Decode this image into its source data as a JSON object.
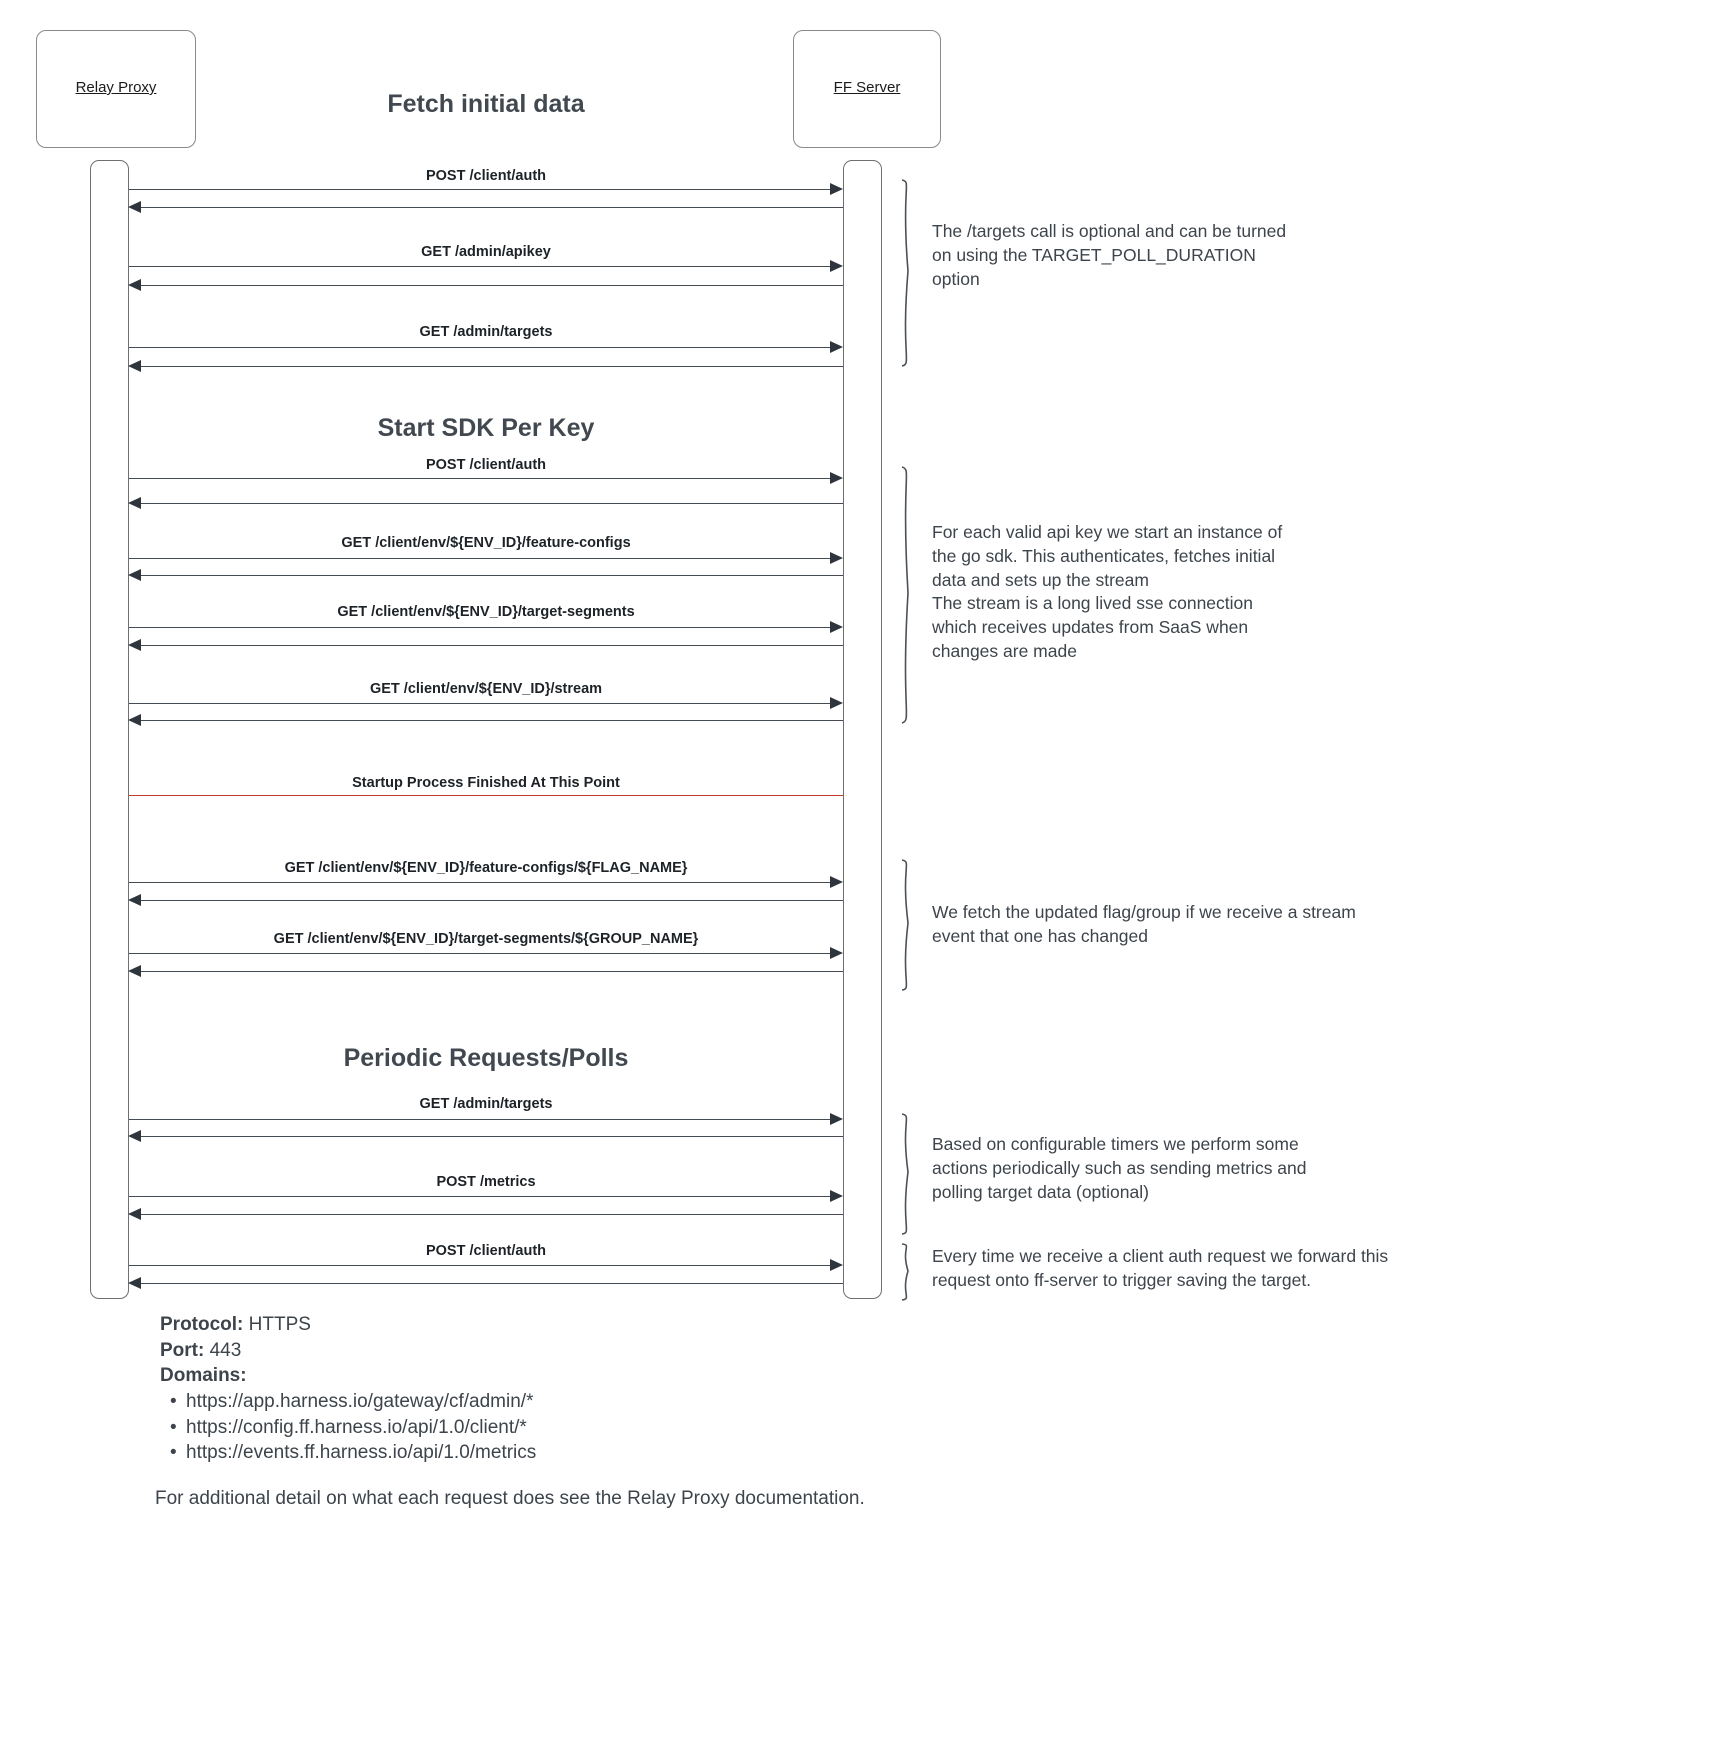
{
  "diagram": {
    "actors": [
      {
        "name": "relay-proxy",
        "label": "Relay Proxy"
      },
      {
        "name": "ff-server",
        "label": "FF Server"
      }
    ],
    "sections": [
      {
        "name": "fetch-initial-data",
        "title": "Fetch initial data"
      },
      {
        "name": "start-sdk-per-key",
        "title": "Start SDK Per Key"
      },
      {
        "name": "periodic-requests",
        "title": "Periodic Requests/Polls"
      }
    ],
    "messages": [
      {
        "id": "m1",
        "label": "POST /client/auth"
      },
      {
        "id": "m2",
        "label": "GET /admin/apikey"
      },
      {
        "id": "m3",
        "label": "GET /admin/targets"
      },
      {
        "id": "m4",
        "label": "POST /client/auth"
      },
      {
        "id": "m5",
        "label": "GET /client/env/${ENV_ID}/feature-configs"
      },
      {
        "id": "m6",
        "label": "GET /client/env/${ENV_ID}/target-segments"
      },
      {
        "id": "m7",
        "label": "GET /client/env/${ENV_ID}/stream"
      },
      {
        "id": "m8",
        "label": "GET /client/env/${ENV_ID}/feature-configs/${FLAG_NAME}"
      },
      {
        "id": "m9",
        "label": "GET /client/env/${ENV_ID}/target-segments/${GROUP_NAME}"
      },
      {
        "id": "m10",
        "label": "GET /admin/targets"
      },
      {
        "id": "m11",
        "label": "POST /metrics"
      },
      {
        "id": "m12",
        "label": "POST /client/auth"
      }
    ],
    "divider": {
      "label": "Startup Process Finished At This Point",
      "color": "#c0392b"
    },
    "notes": [
      {
        "id": "n1",
        "text": "The /targets call is optional and can be turned\non using the TARGET_POLL_DURATION\noption"
      },
      {
        "id": "n2",
        "text": "For each valid api key we start an instance of\nthe go sdk. This authenticates, fetches initial\ndata and sets up the stream\nThe stream is a long lived sse connection\nwhich receives updates from SaaS when\nchanges are made"
      },
      {
        "id": "n3",
        "text": "We fetch the updated flag/group if we receive a stream\nevent that one has changed"
      },
      {
        "id": "n4",
        "text": "Based on configurable timers we perform some\nactions periodically such as sending metrics and\npolling target data (optional)"
      },
      {
        "id": "n5",
        "text": "Every time we receive a client auth request we forward this\nrequest onto ff-server to trigger saving the target."
      }
    ]
  },
  "footer": {
    "protocol_label": "Protocol:",
    "protocol_value": "HTTPS",
    "port_label": "Port:",
    "port_value": "443",
    "domains_label": "Domains:",
    "domains": [
      "https://app.harness.io/gateway/cf/admin/*",
      "https://config.ff.harness.io/api/1.0/client/*",
      "https://events.ff.harness.io/api/1.0/metrics"
    ],
    "footnote": "For additional detail on what each request does see the Relay Proxy documentation."
  }
}
